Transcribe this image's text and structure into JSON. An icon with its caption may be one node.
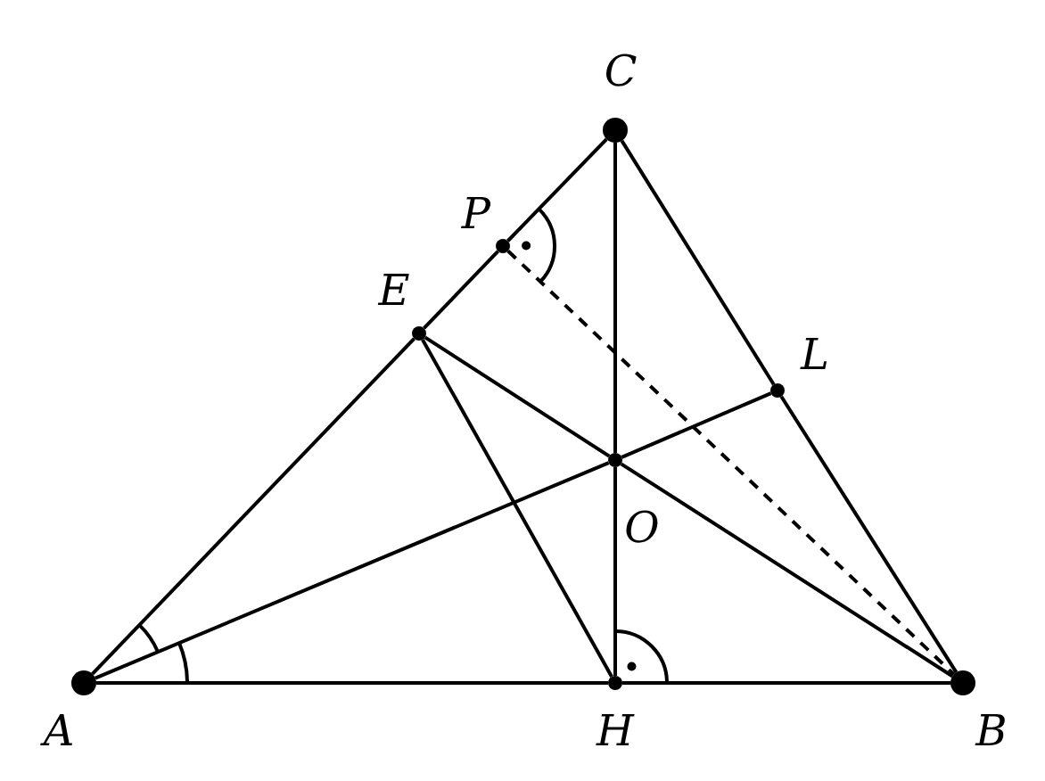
{
  "diagram": {
    "nodes": [
      {
        "text": [],
        "shape": "circle",
        "beside": [
          "A"
        ]
      },
      {
        "text": [],
        "shape": "circle",
        "beside": [
          "E"
        ]
      },
      {
        "text": [],
        "shape": "circle",
        "beside": [
          "P"
        ]
      },
      {
        "text": [],
        "shape": "circle",
        "beside": [
          "C"
        ]
      },
      {
        "text": [],
        "shape": "circle",
        "beside": [
          "O"
        ]
      },
      {
        "text": [],
        "shape": "circle",
        "beside": [
          "H"
        ]
      },
      {
        "text": [],
        "shape": "circle",
        "beside": [
          "L"
        ]
      },
      {
        "text": [],
        "shape": "circle",
        "beside": [
          "B"
        ]
      }
    ],
    "edges": [
      {
        "from": 0,
        "to": 1,
        "arrow": "none"
      },
      {
        "from": 1,
        "to": 2,
        "arrow": "none"
      },
      {
        "from": 2,
        "to": 3,
        "arrow": "none"
      },
      {
        "from": 0,
        "to": 5,
        "arrow": "none"
      },
      {
        "from": 5,
        "to": 7,
        "arrow": "none"
      },
      {
        "from": 3,
        "to": 6,
        "arrow": "none"
      },
      {
        "from": 6,
        "to": 7,
        "arrow": "none"
      },
      {
        "from": 3,
        "to": 4,
        "arrow": "none"
      },
      {
        "from": 4,
        "to": 5,
        "arrow": "none"
      },
      {
        "from": 0,
        "to": 4,
        "arrow": "none"
      },
      {
        "from": 4,
        "to": 6,
        "arrow": "none"
      },
      {
        "from": 1,
        "to": 4,
        "arrow": "none"
      },
      {
        "from": 4,
        "to": 7,
        "arrow": "none"
      },
      {
        "from": 1,
        "to": 5,
        "arrow": "none"
      },
      {
        "from": 2,
        "to": 7,
        "arrow": "none",
        "style": "dashed"
      }
    ]
  }
}
